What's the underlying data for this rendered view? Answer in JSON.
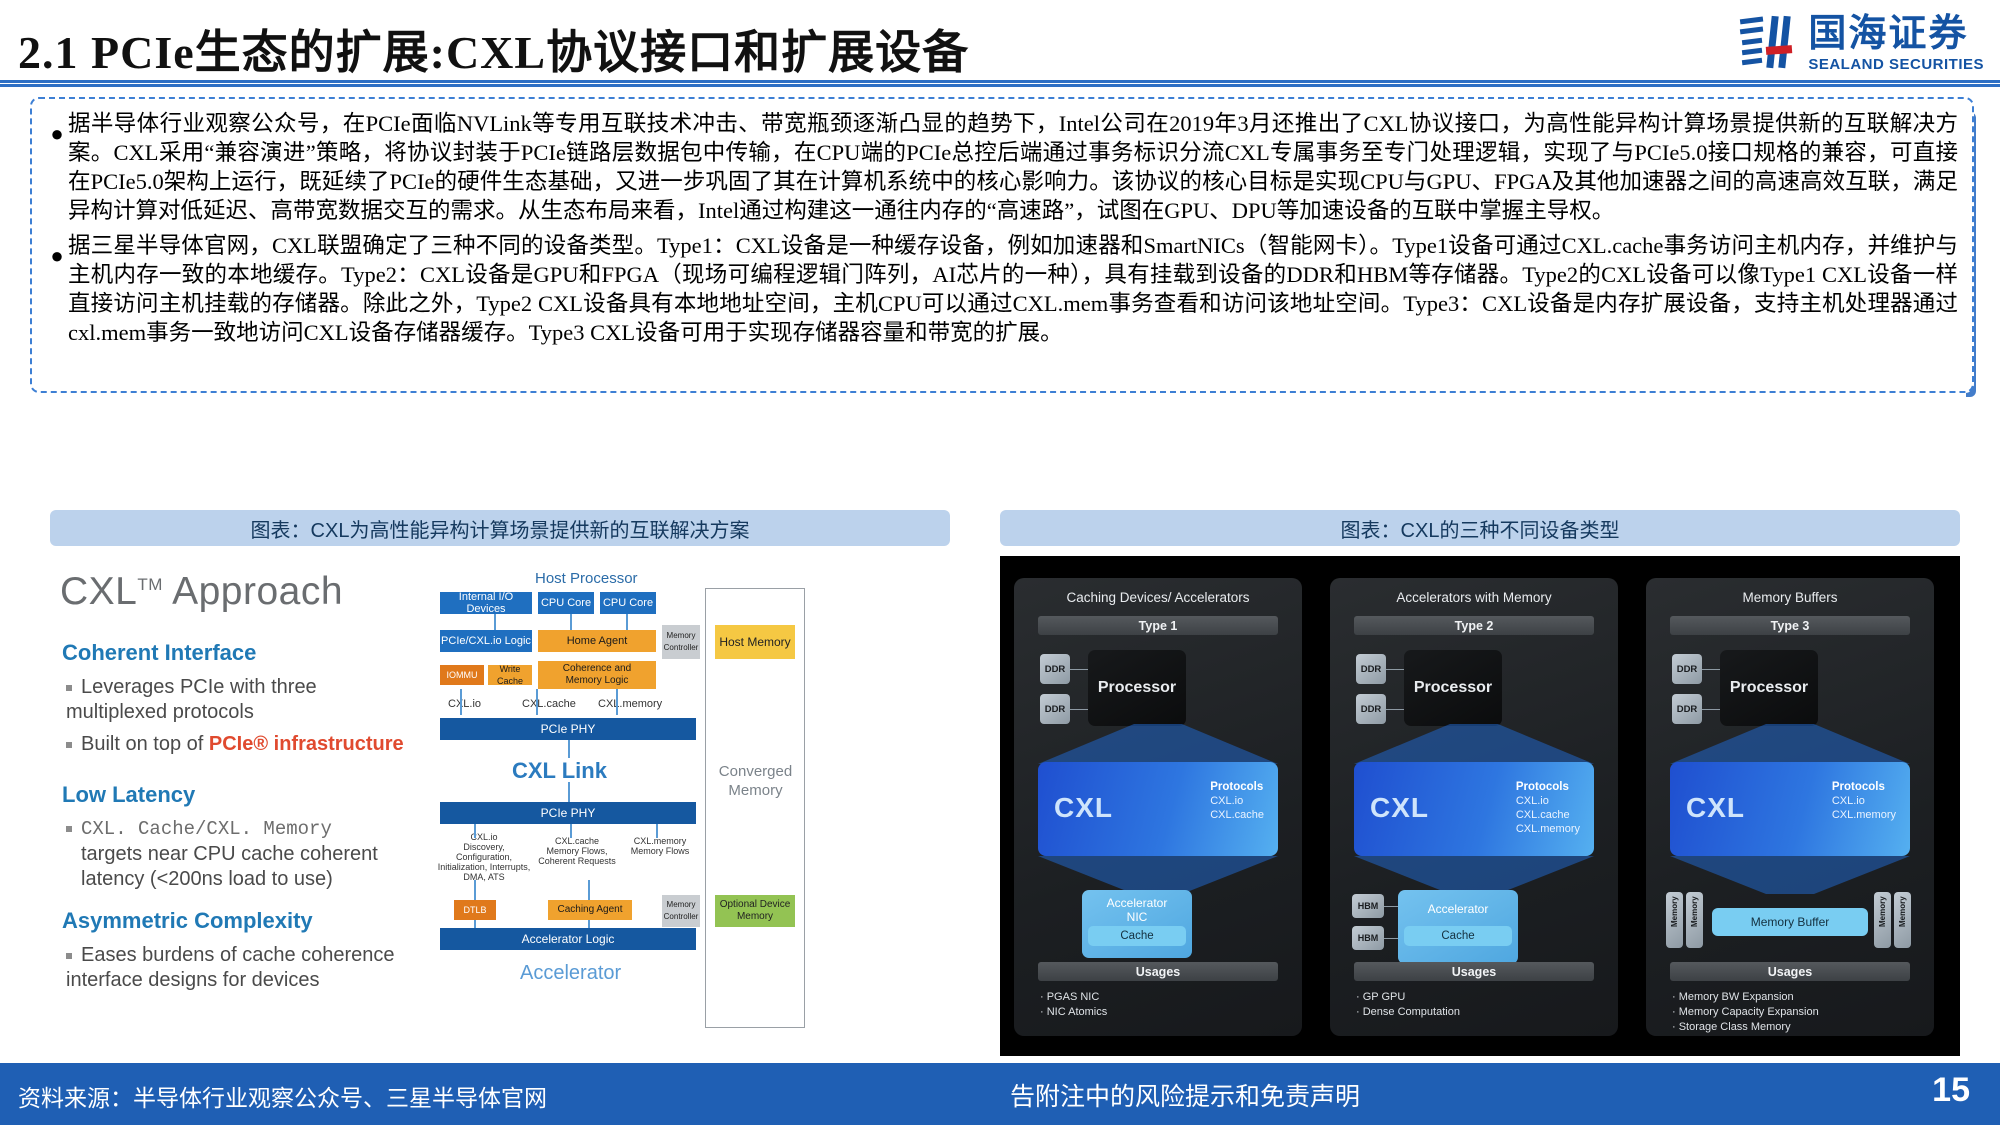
{
  "header": {
    "title": "2.1 PCIe生态的扩展:CXL协议接口和扩展设备",
    "logo_cn": "国海证券",
    "logo_en": "SEALAND SECURITIES"
  },
  "body": {
    "bullets": [
      "据半导体行业观察公众号，在PCIe面临NVLink等专用互联技术冲击、带宽瓶颈逐渐凸显的趋势下，Intel公司在2019年3月还推出了CXL协议接口，为高性能异构计算场景提供新的互联解决方案。CXL采用“兼容演进”策略，将协议封装于PCIe链路层数据包中传输，在CPU端的PCIe总控后端通过事务标识分流CXL专属事务至专门处理逻辑，实现了与PCIe5.0接口规格的兼容，可直接在PCIe5.0架构上运行，既延续了PCIe的硬件生态基础，又进一步巩固了其在计算机系统中的核心影响力。该协议的核心目标是实现CPU与GPU、FPGA及其他加速器之间的高速高效互联，满足异构计算对低延迟、高带宽数据交互的需求。从生态布局来看，Intel通过构建这一通往内存的“高速路”，试图在GPU、DPU等加速设备的互联中掌握主导权。",
      "据三星半导体官网，CXL联盟确定了三种不同的设备类型。Type1：CXL设备是一种缓存设备，例如加速器和SmartNICs（智能网卡）。Type1设备可通过CXL.cache事务访问主机内存，并维护与主机内存一致的本地缓存。Type2：CXL设备是GPU和FPGA（现场可编程逻辑门阵列，AI芯片的一种），具有挂载到设备的DDR和HBM等存储器。Type2的CXL设备可以像Type1 CXL设备一样直接访问主机挂载的存储器。除此之外，Type2 CXL设备具有本地地址空间，主机CPU可以通过CXL.mem事务查看和访问该地址空间。Type3：CXL设备是内存扩展设备，支持主机处理器通过cxl.mem事务一致地访问CXL设备存储器缓存。Type3 CXL设备可用于实现存储器容量和带宽的扩展。"
    ]
  },
  "captions": {
    "left": "图表：CXL为高性能异构计算场景提供新的互联解决方案",
    "right": "图表：CXL的三种不同设备类型"
  },
  "figure_left": {
    "title": "CXL",
    "title_tm": "TM",
    "title_rest": " Approach",
    "sections": [
      {
        "heading": "Coherent Interface",
        "items": [
          "Leverages PCIe with three multiplexed protocols",
          "Built on top of PCIe® infrastructure"
        ]
      },
      {
        "heading": "Low Latency",
        "items": [
          "CXL. Cache/CXL. Memory targets near CPU cache coherent latency (<200ns load to use)"
        ]
      },
      {
        "heading": "Asymmetric Complexity",
        "items": [
          "Eases burdens of cache coherence interface designs for devices"
        ]
      }
    ],
    "diagram": {
      "host_label": "Host Processor",
      "accelerator_label": "Accelerator",
      "cxl_link": "CXL Link",
      "converged_memory": "Converged\nMemory",
      "boxes": {
        "internal_io": "Internal I/O Devices",
        "cpu_core_1": "CPU Core",
        "cpu_core_2": "CPU Core",
        "pcie_cxl_io_logic": "PCIe/CXL.io Logic",
        "home_agent": "Home Agent",
        "memory_controller_top": "Memory Controller",
        "host_memory": "Host Memory",
        "iommu": "IOMMU",
        "write_cache": "Write Cache",
        "coherence_memory_logic": "Coherence and Memory Logic",
        "pcie_phy_top": "PCIe PHY",
        "pcie_phy_bottom": "PCIe PHY",
        "dtlb": "DTLB",
        "caching_agent": "Caching Agent",
        "memory_controller_bottom": "Memory Controller",
        "optional_device_memory": "Optional Device Memory",
        "accelerator_logic": "Accelerator Logic"
      },
      "link_labels": [
        "CXL.io",
        "CXL.cache",
        "CXL.memory"
      ],
      "bottom_labels": [
        "CXL.io\nDiscovery, Configuration,\nInitialization, Interrupts,\nDMA, ATS",
        "CXL.cache\nMemory Flows,\nCoherent Requests",
        "CXL.memory\nMemory Flows"
      ]
    }
  },
  "figure_right": {
    "panels": [
      {
        "title": "Caching Devices/ Accelerators",
        "type_label": "Type 1",
        "processor": "Processor",
        "memories": [
          "DDR",
          "DDR"
        ],
        "cxl_word": "CXL",
        "protocols_title": "Protocols",
        "protocols": [
          "CXL.io",
          "CXL.cache"
        ],
        "device_label": "Accelerator\nNIC",
        "cache_label": "Cache",
        "usages_bar": "Usages",
        "usages": [
          "· PGAS NIC",
          "· NIC Atomics"
        ]
      },
      {
        "title": "Accelerators with Memory",
        "type_label": "Type 2",
        "processor": "Processor",
        "memories": [
          "DDR",
          "DDR"
        ],
        "device_memories": [
          "HBM",
          "HBM"
        ],
        "cxl_word": "CXL",
        "protocols_title": "Protocols",
        "protocols": [
          "CXL.io",
          "CXL.cache",
          "CXL.memory"
        ],
        "device_label": "Accelerator",
        "cache_label": "Cache",
        "usages_bar": "Usages",
        "usages": [
          "· GP GPU",
          "· Dense Computation"
        ]
      },
      {
        "title": "Memory Buffers",
        "type_label": "Type 3",
        "processor": "Processor",
        "memories": [
          "DDR",
          "DDR"
        ],
        "device_memories": [
          "Memory",
          "Memory",
          "Memory",
          "Memory"
        ],
        "cxl_word": "CXL",
        "protocols_title": "Protocols",
        "protocols": [
          "CXL.io",
          "CXL.memory"
        ],
        "device_label": "Memory Buffer",
        "usages_bar": "Usages",
        "usages": [
          "· Memory BW Expansion",
          "· Memory Capacity Expansion",
          "· Storage Class Memory"
        ]
      }
    ]
  },
  "footer": {
    "source": "资料来源：半导体行业观察公众号、三星半导体官网",
    "note": "告附注中的风险提示和免责声明",
    "page": "15"
  },
  "colors": {
    "brand_blue": "#1f5fb4",
    "caption_bg": "#bcd2ec",
    "accent_blue": "#2e6fc4",
    "logo_blue": "#1453a3"
  }
}
